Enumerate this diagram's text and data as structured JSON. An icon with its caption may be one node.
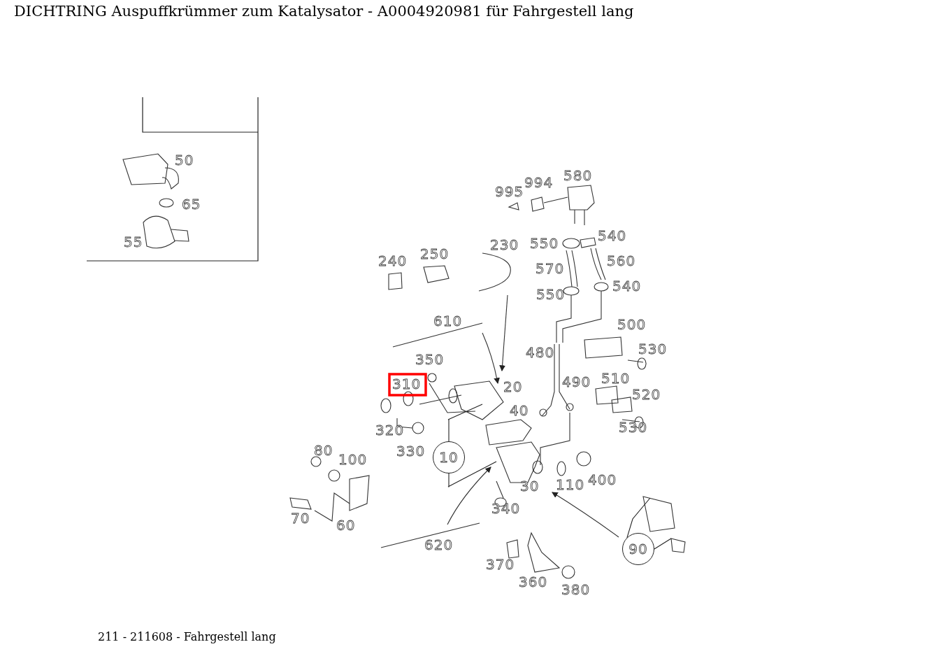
{
  "diagram": {
    "title": "DICHTRING Auspuffkrümmer zum Katalysator - A0004920981 für Fahrgestell lang",
    "caption": "211 - 211608 - Fahrgestell lang",
    "nodes": [
      {
        "text": [
          "10"
        ]
      },
      {
        "text": [
          "90"
        ]
      }
    ],
    "edges": [
      {
        "from": 0,
        "to": null,
        "arrow": "none"
      },
      {
        "from": 0,
        "to": null,
        "arrow": "none"
      },
      {
        "from": 1,
        "to": null,
        "arrow": "none"
      },
      {
        "from": 1,
        "to": null,
        "arrow": "none"
      }
    ],
    "labels": [
      "50",
      "65",
      "55",
      "580",
      "994",
      "995",
      "550",
      "540",
      "230",
      "250",
      "240",
      "570",
      "560",
      "550",
      "540",
      "610",
      "500",
      "530",
      "480",
      "350",
      "310",
      "20",
      "490",
      "510",
      "520",
      "40",
      "320",
      "530",
      "330",
      "80",
      "100",
      "30",
      "110",
      "400",
      "340",
      "70",
      "60",
      "620",
      "370",
      "360",
      "380"
    ]
  }
}
